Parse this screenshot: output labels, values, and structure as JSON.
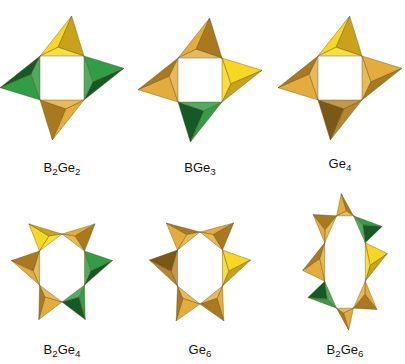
{
  "diagram": {
    "labels": [
      "B2Ge2",
      "BGe3",
      "Ge4",
      "B2Ge4",
      "Ge6",
      "B2Ge6"
    ]
  }
}
